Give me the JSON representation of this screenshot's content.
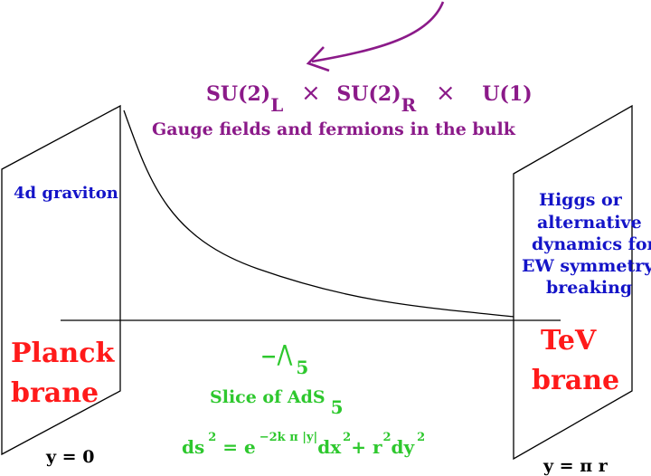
{
  "colors": {
    "purple": "#8b1a89",
    "blue": "#1414c8",
    "red": "#ff1a1a",
    "green": "#2ec82e",
    "black": "#000000"
  },
  "gauge_group": {
    "su2_l": "SU(2)",
    "su2_l_sub": "L",
    "times1": "×",
    "su2_r": "SU(2)",
    "su2_r_sub": "R",
    "times2": "×",
    "u1": "U(1)"
  },
  "bulk_label": "Gauge fields and fermions in the bulk",
  "left_brane": {
    "graviton_label": "4d graviton",
    "name_line1": "Planck",
    "name_line2": "brane",
    "coordinate": "y = 0"
  },
  "right_brane": {
    "higgs_lines": [
      "Higgs or",
      "alternative",
      "dynamics for",
      "EW symmetry",
      "breaking"
    ],
    "name_line1": "TeV",
    "name_line2": "brane",
    "coordinate": "y = π r"
  },
  "bulk_geometry": {
    "lambda_prefix": "−",
    "lambda_symbol": "/\\",
    "lambda_sub": "5",
    "slice_label": "Slice of AdS",
    "slice_sub": "5"
  },
  "metric": {
    "ds": "ds",
    "ds_sup": "2",
    "equals_e": " = e",
    "exponent": "−2k π |y|",
    "dx": "dx",
    "dx_sup": "2",
    "plus_r": "+ r",
    "r_sup": "2",
    "dy": "dy",
    "dy_sup": "2"
  }
}
